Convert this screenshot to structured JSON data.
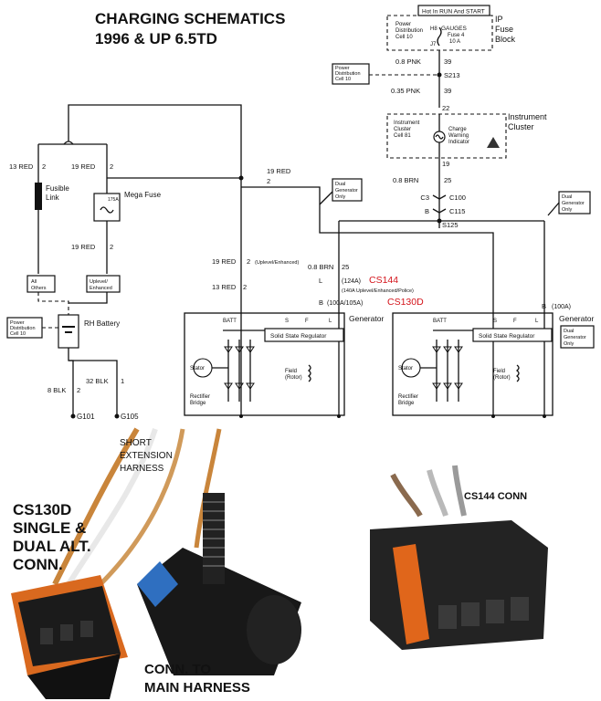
{
  "title": {
    "line1": "CHARGING SCHEMATICS",
    "line2": "1996 & UP 6.5TD"
  },
  "fuse_block": {
    "banner": "Hot In RUN And START",
    "power_dist_line1": "Power",
    "power_dist_line2": "Distribution",
    "power_dist_line3": "Cell 10",
    "fuse_label1": "GAUGES",
    "fuse_label2": "Fuse 4",
    "fuse_label3": "10 A",
    "pin_top": "H8",
    "pin_bottom": "J7",
    "block_line1": "IP",
    "block_line2": "Fuse",
    "block_line3": "Block"
  },
  "splice_side_box": {
    "line1": "Power",
    "line2": "Distribution",
    "line3": "Cell 10"
  },
  "wires": {
    "pnk_08": "0.8 PNK",
    "pnk_08_circuit": "39",
    "splice_s213": "S213",
    "pnk_035": "0.35 PNK",
    "pnk_035_circuit": "39",
    "cluster_pin_top": "22",
    "cluster_pin_bottom": "19",
    "brn_08": "0.8 BRN",
    "brn_08_circuit": "25",
    "conn_c3": "C3",
    "conn_c100": "C100",
    "conn_b": "B",
    "conn_c115": "C115",
    "splice_s125": "S125",
    "red_13_left": "13 RED",
    "red_13_left_circuit": "2",
    "red_19_left": "19 RED",
    "red_19_left_circuit": "2",
    "red_19_lower": "19 RED",
    "red_19_lower_circuit": "2",
    "red_19_mid": "19 RED",
    "red_19_mid_circuit": "2",
    "red_19_uplevel": "19 RED",
    "red_19_uplevel_circuit": "2",
    "red_19_uplevel_note": "(Uplevel/Enhanced)",
    "red_13_gen": "13 RED",
    "red_13_gen_circuit": "2",
    "brn_08_gen": "0.8 BRN",
    "brn_08_gen_circuit": "25",
    "blk_8": "8 BLK",
    "blk_8_circuit": "2",
    "blk_32": "32 BLK",
    "blk_32_circuit": "1",
    "ground_g101": "G101",
    "ground_g105": "G105"
  },
  "cluster": {
    "line1": "Instrument",
    "line2": "Cluster",
    "line3": "Cell 81",
    "indicator1": "Charge",
    "indicator2": "Warning",
    "indicator3": "Indicator",
    "label1": "Instrument",
    "label2": "Cluster"
  },
  "fusible_link": {
    "line1": "Fusible",
    "line2": "Link"
  },
  "mega_fuse": {
    "label": "Mega Fuse",
    "rating": "175A"
  },
  "tags": {
    "all_others1": "All",
    "all_others2": "Others",
    "uplevel1": "Uplevel/",
    "uplevel2": "Enhanced",
    "dual_gen_mid1": "Dual",
    "dual_gen_mid2": "Generator",
    "dual_gen_mid3": "Only",
    "dual_gen_right1": "Dual",
    "dual_gen_right2": "Generator",
    "dual_gen_right3": "Only",
    "dual_gen_gen1": "Dual",
    "dual_gen_gen2": "Generator",
    "dual_gen_gen3": "Only"
  },
  "battery": {
    "label": "RH Battery",
    "pd_line1": "Power",
    "pd_line2": "Distribution",
    "pd_line3": "Cell 10"
  },
  "terminals": {
    "l_label": "L",
    "l_amps": "(124A)",
    "l_model": "CS144",
    "l_note": "(140A Uplevel/Enhanced/Police)",
    "b_label": "B",
    "b_amps": "(100A/105A)",
    "b_model": "CS130D",
    "b_right_label": "B",
    "b_right_amps": "(100A)"
  },
  "generator": {
    "label": "Generator",
    "regulator": "Solid State Regulator",
    "batt": "BATT",
    "s": "S",
    "f": "F",
    "l": "L",
    "stator": "Stator",
    "field1": "Field",
    "field2": "(Rotor)",
    "rectifier1": "Rectifier",
    "rectifier2": "Bridge"
  },
  "photo": {
    "short_ext1": "SHORT",
    "short_ext2": "EXTENSION",
    "short_ext3": "HARNESS",
    "cs130_line1": "CS130D",
    "cs130_line2": "SINGLE &",
    "cs130_line3": "DUAL ALT.",
    "cs130_line4": "CONN.",
    "cs144": "CS144 CONN",
    "main1": "CONN. TO",
    "main2": "MAIN HARNESS"
  },
  "colors": {
    "accent_red": "#d4141b",
    "connector_black": "#1b1b1b",
    "connector_orange": "#e0661b",
    "connector_blue": "#2f6fc0"
  }
}
